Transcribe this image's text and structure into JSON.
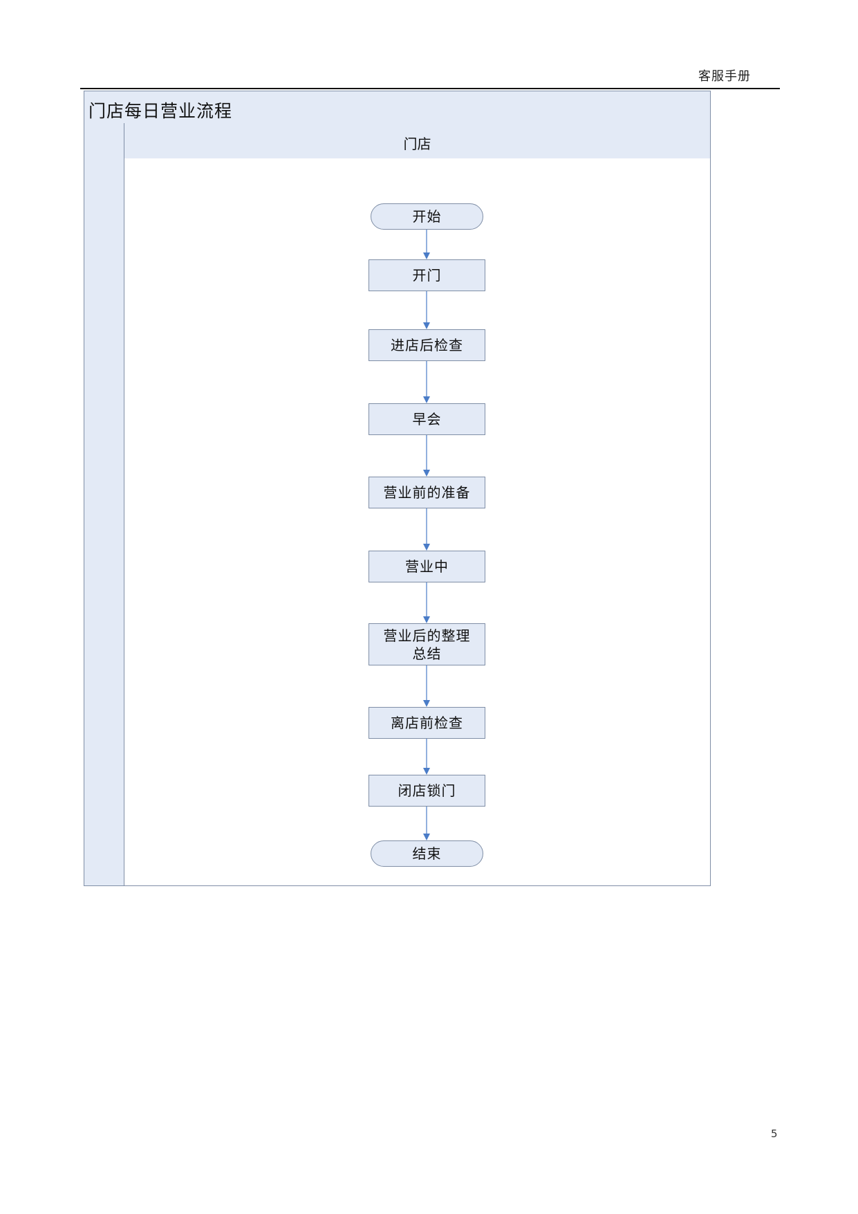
{
  "header": {
    "label": "客服手册"
  },
  "diagram": {
    "title": "门店每日营业流程",
    "lane_label": "门店",
    "nodes": [
      {
        "id": "start",
        "label": "开始",
        "kind": "terminal"
      },
      {
        "id": "open-door",
        "label": "开门",
        "kind": "process"
      },
      {
        "id": "entry-check",
        "label": "进店后检查",
        "kind": "process"
      },
      {
        "id": "morning-meeting",
        "label": "早会",
        "kind": "process"
      },
      {
        "id": "pre-business-prep",
        "label": "营业前的准备",
        "kind": "process"
      },
      {
        "id": "in-business",
        "label": "营业中",
        "kind": "process"
      },
      {
        "id": "post-business-summary",
        "label": "营业后的整理\n总结",
        "kind": "process"
      },
      {
        "id": "leave-check",
        "label": "离店前检查",
        "kind": "process"
      },
      {
        "id": "close-lock",
        "label": "闭店锁门",
        "kind": "process"
      },
      {
        "id": "end",
        "label": "结束",
        "kind": "terminal"
      }
    ],
    "edges": [
      [
        "start",
        "open-door"
      ],
      [
        "open-door",
        "entry-check"
      ],
      [
        "entry-check",
        "morning-meeting"
      ],
      [
        "morning-meeting",
        "pre-business-prep"
      ],
      [
        "pre-business-prep",
        "in-business"
      ],
      [
        "in-business",
        "post-business-summary"
      ],
      [
        "post-business-summary",
        "leave-check"
      ],
      [
        "leave-check",
        "close-lock"
      ],
      [
        "close-lock",
        "end"
      ]
    ],
    "colors": {
      "fill": "#e3eaf6",
      "border": "#7f8ea6",
      "arrow": "#4a7cc7"
    }
  },
  "footer": {
    "page_number": "5"
  }
}
